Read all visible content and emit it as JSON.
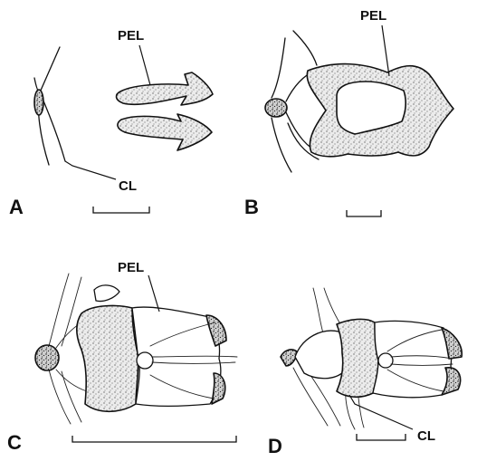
{
  "labels": {
    "pel": "PEL",
    "cl": "CL"
  },
  "panels": {
    "a": "A",
    "b": "B",
    "c": "C",
    "d": "D"
  }
}
